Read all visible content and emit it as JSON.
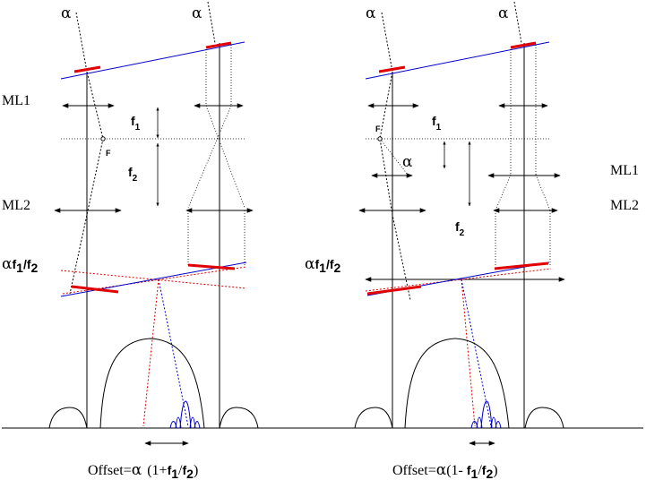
{
  "diagram": {
    "left": {
      "alpha_a": "α",
      "alpha_b": "α",
      "ml1": "ML1",
      "ml2": "ML2",
      "f1": "f",
      "f1_sub": "1",
      "f2": "f",
      "f2_sub": "2",
      "focus": "F",
      "angle_alpha": "α",
      "angle_f": "f",
      "angle_f1_sub": "1",
      "angle_slash": "/",
      "angle_f2": "f",
      "angle_f2_sub": "2",
      "offset_prefix": "Offset=",
      "offset_alpha": "α",
      "offset_open": "(1+",
      "offset_f1": "f",
      "offset_f1_sub": "1",
      "offset_slash": "/",
      "offset_f2": "f",
      "offset_f2_sub": "2",
      "offset_close": ")"
    },
    "right": {
      "alpha_a": "α",
      "alpha_b": "α",
      "ml1": "ML1",
      "ml2": "ML2",
      "f1": "f",
      "f1_sub": "1",
      "f2": "f",
      "f2_sub": "2",
      "focus": "F",
      "inner_alpha": "α",
      "angle_alpha": "α",
      "angle_f": "f",
      "angle_f1_sub": "1",
      "angle_slash": "/",
      "angle_f2": "f",
      "angle_f2_sub": "2",
      "offset_prefix": "Offset=",
      "offset_alpha": "α",
      "offset_open": "(1-",
      "offset_f1": "f",
      "offset_f1_sub": "1",
      "offset_slash": "/",
      "offset_f2": "f",
      "offset_f2_sub": "2",
      "offset_close": ")"
    },
    "colors": {
      "red": "#e00000",
      "blue": "#0000cc",
      "black": "#000000"
    }
  }
}
